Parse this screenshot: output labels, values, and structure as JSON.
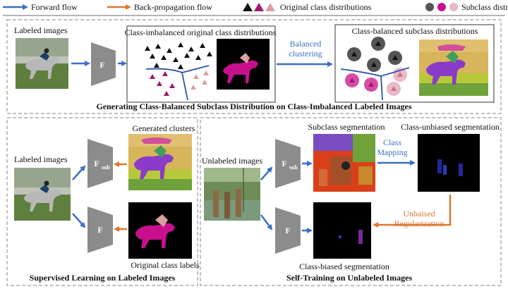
{
  "legend": {
    "forward_flow": "Forward flow",
    "back_propagation_flow": "Back-propagation flow",
    "original_class_distributions": "Original class distributions",
    "subclass_distributions": "Subclass distributions"
  },
  "top_panel": {
    "labeled_images": "Labeled images",
    "encoder_label": "F",
    "imbalanced_box_title": "Class-imbalanced original class distributions",
    "balanced_clustering_line1": "Balanced",
    "balanced_clustering_line2": "clustering",
    "balanced_box_title": "Class-balanced subclass distributions",
    "caption": "Generating Class-Balanced Subclass Distribution on Class-Imbalanced Labeled Images"
  },
  "bottom_left": {
    "labeled_images": "Labeled images",
    "generated_clusters": "Generated clusters",
    "encoder_sub_label": "F",
    "encoder_sub_subscript": "sub",
    "encoder_label": "F",
    "original_class_labels": "Original class labels",
    "caption": "Supervised Learning on Labeled Images"
  },
  "bottom_right": {
    "unlabeled_images": "Unlabeled images",
    "subclass_segmentation": "Subclass segmentation",
    "class_unbiased_segmentation": "Class-unbiased segmentation",
    "class_mapping_line1": "Class",
    "class_mapping_line2": "Mapping",
    "encoder_sub_label": "F",
    "encoder_sub_subscript": "sub",
    "encoder_label": "F",
    "unbiased_regularization_line1": "Unbaised",
    "unbiased_regularization_line2": "Regularization",
    "class_biased_segmentation": "Class-biased segmentation",
    "caption": "Self-Training on Unlabeled Images"
  },
  "colors": {
    "forward": "#3a6fc4",
    "backward": "#e0762e",
    "encoder_fill": "#8c8c8c",
    "dashed_border": "#9a9a9a",
    "magenta": "#c8108f",
    "pink": "#d97fb0",
    "dark_pink": "#a01870"
  }
}
